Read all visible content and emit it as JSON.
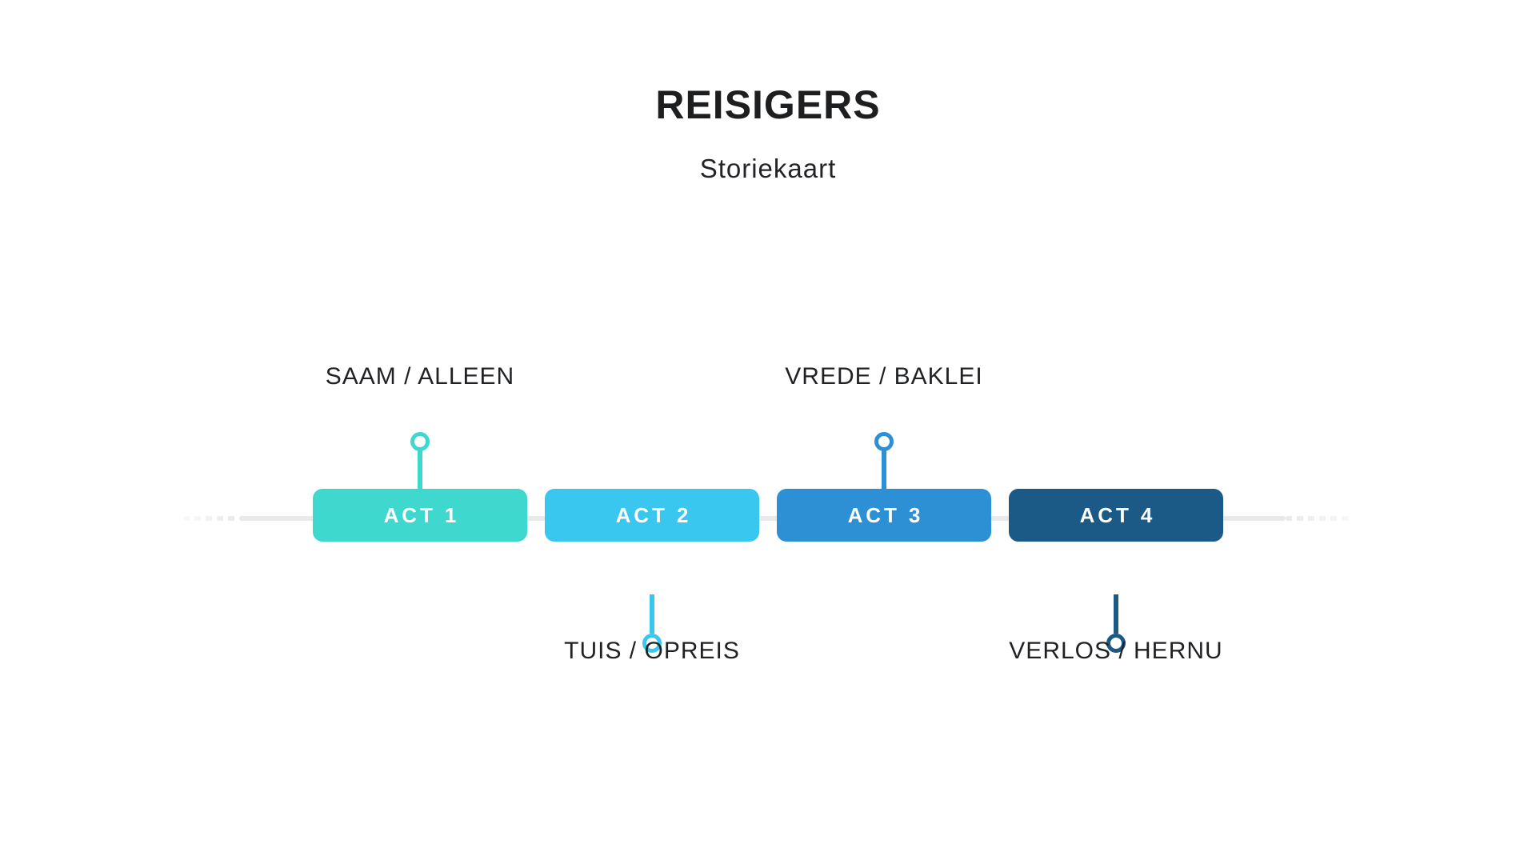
{
  "header": {
    "title": "REISIGERS",
    "subtitle": "Storiekaart"
  },
  "acts": [
    {
      "label": "ACT 1",
      "theme": "SAAM / ALLEEN",
      "color": "#3fd8cf",
      "theme_position": "above"
    },
    {
      "label": "ACT 2",
      "theme": "TUIS / OPREIS",
      "color": "#3ac7ef",
      "theme_position": "below"
    },
    {
      "label": "ACT 3",
      "theme": "VREDE / BAKLEI",
      "color": "#2e90d4",
      "theme_position": "above"
    },
    {
      "label": "ACT 4",
      "theme": "VERLOS / HERNU",
      "color": "#1b5987",
      "theme_position": "below"
    }
  ],
  "timeline": {
    "axis_color": "#e9e9e9"
  }
}
